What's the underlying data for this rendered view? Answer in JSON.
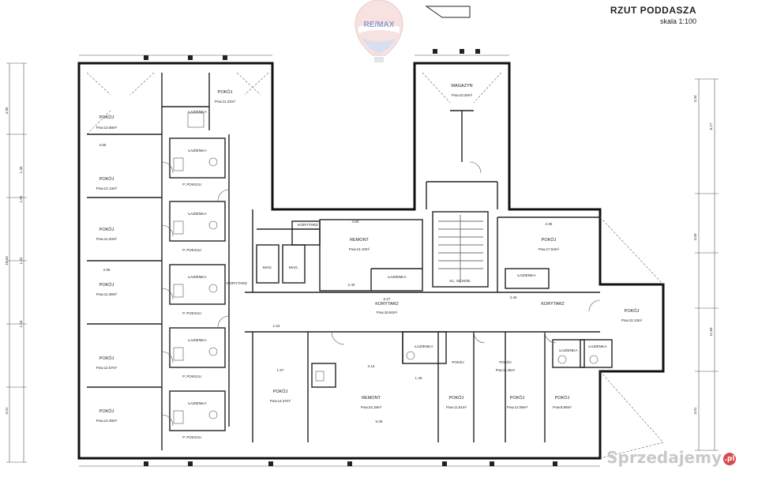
{
  "title": {
    "main": "RZUT PODDASZA",
    "scale": "skala 1:100"
  },
  "logo": {
    "text": "RE/MAX",
    "colors": {
      "red": "#d33a3a",
      "blue": "#2b4aa0"
    }
  },
  "watermark": {
    "text": "Sprzedajemy",
    "suffix": ".pl"
  },
  "labels": {
    "kor1": "KORYTARZ",
    "kor2": "KORYTARZ",
    "kor3": "KORYTARZ",
    "kor4": "KORYTARZ",
    "schod": "KL. SCHOD.",
    "magazyn": "MAGAZYN",
    "remont1": "REMONT",
    "remont2": "REMONT",
    "pok_r1": "POKÓJ",
    "pok_r2": "POKÓJ",
    "pok_r3": "POKÓJ",
    "pok_r4": "POKÓJ",
    "pok_b1": "POKÓJ",
    "pok_b2": "POKÓJ",
    "pok_b3": "POKÓJ",
    "pok_b4": "POKÓJ",
    "pok_l1": "POKÓJ",
    "pok_l2": "POKÓJ",
    "pok_l3": "POKÓJ",
    "pok_l4": "POKÓJ",
    "pok_l5": "POKÓJ",
    "pok_l6": "POKÓJ",
    "pok_l7": "POKÓJ",
    "laz1": "ŁAZIENKA",
    "laz2": "ŁAZIENKA",
    "laz3": "ŁAZIENKA",
    "laz4": "ŁAZIENKA",
    "laz5": "ŁAZIENKA",
    "laz6": "ŁAZIENKA",
    "laz7": "ŁAZIENKA",
    "laz8": "ŁAZIENKA",
    "laz9": "ŁAZIENKA",
    "laz10": "ŁAZIENKA",
    "laz11": "ŁAZIENKA",
    "mag1": "MAG.",
    "mag2": "MAG.",
    "ppok1": "P. POKOJU",
    "ppok2": "P. POKOJU",
    "ppok3": "P. POKOJU",
    "ppok4": "P. POKOJU",
    "ppok5": "P. POKOJU",
    "a1": "Pow.12.68m²",
    "a2": "Pow.11.22m²",
    "a3": "Pow.12.14m²",
    "a4": "Pow.11.20m²",
    "a5": "Pow.11.38m²",
    "a6": "Pow.12.57m²",
    "a7": "Pow.12.49m²",
    "a8": "Pow.14.10m²",
    "a9": "Pow.17.54m²",
    "a10": "Pow.10.26m²",
    "a11": "Pow.12.45m²",
    "a12": "Pow.18.60m²",
    "a13": "Pow.14.37m²",
    "a14": "Pow.23.18m²",
    "a15": "Pow.11.81m²",
    "a16": "Pow.12.09m²",
    "a17": "Pow.8.89m²",
    "a18": "Pow.10.13m²",
    "d1": "5.07",
    "d2": "4.60",
    "d3": "3.46",
    "d4": "2.40",
    "d5": "3.98",
    "d6": "2.95",
    "d7": "3.86",
    "d8": "5.08",
    "d9": "3.15",
    "d10": "1.97",
    "d11": "1.46",
    "d12": "19.30",
    "d13": "11.65",
    "d14": "4.95",
    "d15": "4.01",
    "d16": "3.34",
    "d17": "6.17",
    "d18": "3.59",
    "d19": "3.01",
    "d20": "1.54",
    "d21": "1.42",
    "d22": "1.52",
    "d23": "1.53",
    "d24": "1.45"
  }
}
